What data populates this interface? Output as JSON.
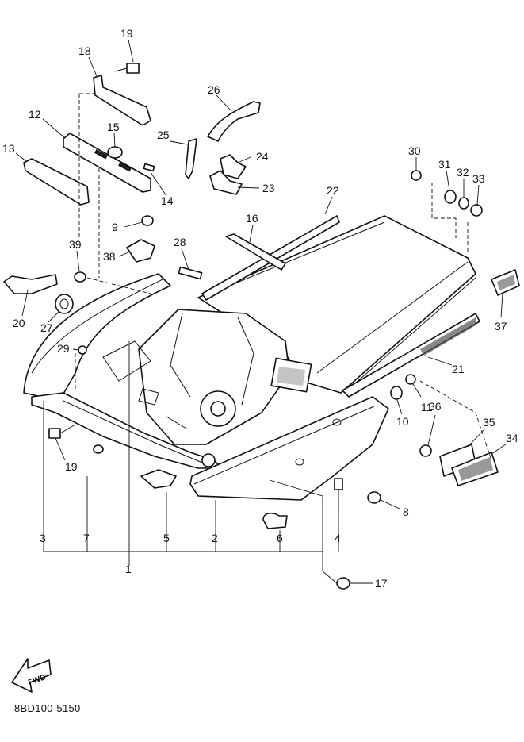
{
  "callouts": {
    "c1": "1",
    "c2": "2",
    "c3": "3",
    "c4": "4",
    "c5": "5",
    "c6": "6",
    "c7": "7",
    "c8": "8",
    "c9": "9",
    "c10": "10",
    "c11": "11",
    "c12": "12",
    "c13": "13",
    "c14": "14",
    "c15": "15",
    "c16": "16",
    "c17": "17",
    "c18": "18",
    "c19a": "19",
    "c19b": "19",
    "c20": "20",
    "c21": "21",
    "c22": "22",
    "c23": "23",
    "c24": "24",
    "c25": "25",
    "c26": "26",
    "c27": "27",
    "c28": "28",
    "c29": "29",
    "c30": "30",
    "c31": "31",
    "c32": "32",
    "c33": "33",
    "c34": "34",
    "c35": "35",
    "c36": "36",
    "c37": "37",
    "c38": "38",
    "c39": "39"
  },
  "fwd_label": "FWD",
  "diagram_code": "8BD100-5150"
}
